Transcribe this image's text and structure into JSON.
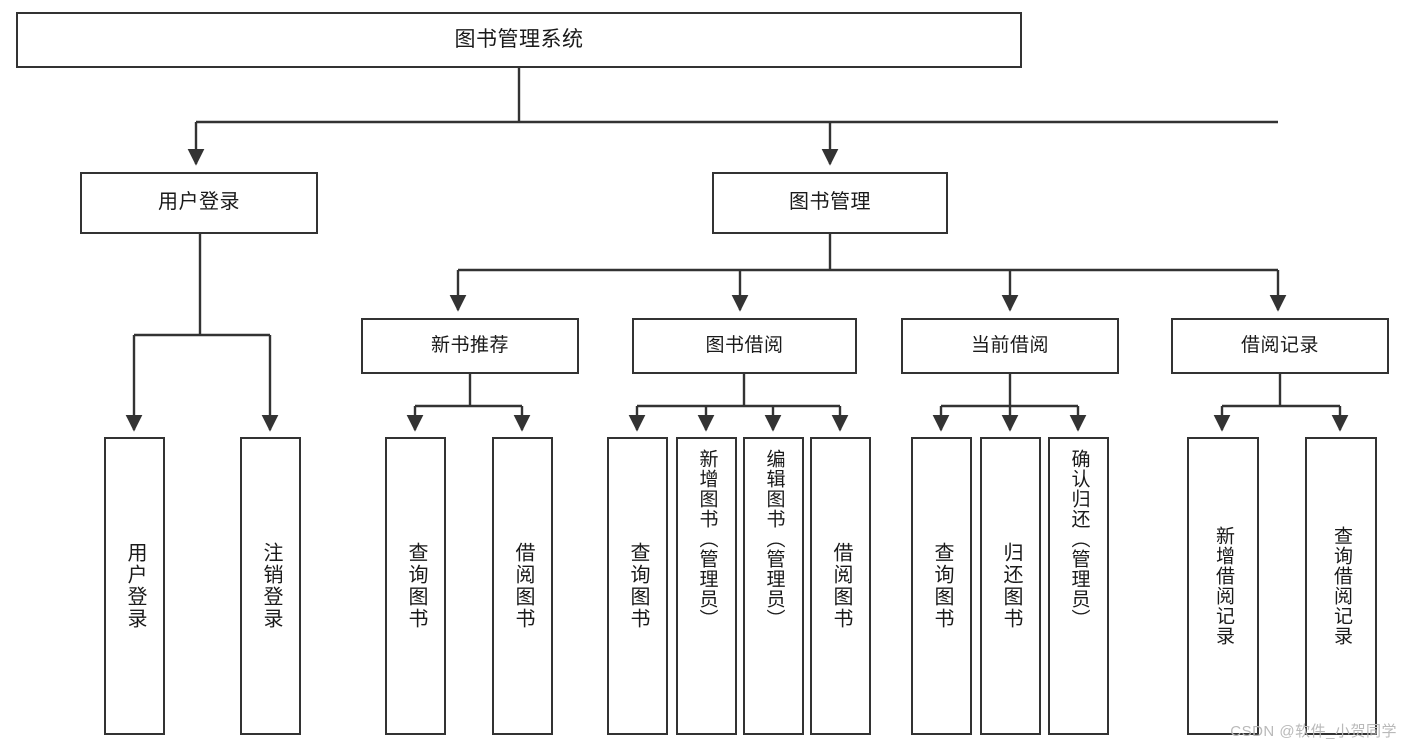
{
  "diagram": {
    "title": "图书管理系统",
    "type": "hierarchy-tree",
    "root": {
      "label": "图书管理系统"
    },
    "level1": [
      {
        "label": "用户登录"
      },
      {
        "label": "图书管理"
      }
    ],
    "level2": [
      {
        "label": "新书推荐"
      },
      {
        "label": "图书借阅"
      },
      {
        "label": "当前借阅"
      },
      {
        "label": "借阅记录"
      }
    ],
    "leaves": {
      "user_login": [
        {
          "label": "用户登录"
        },
        {
          "label": "注销登录"
        }
      ],
      "new_book_recommend": [
        {
          "label": "查询图书"
        },
        {
          "label": "借阅图书"
        }
      ],
      "book_borrow": [
        {
          "label": "查询图书"
        },
        {
          "label": "新增图书（管理员）"
        },
        {
          "label": "编辑图书（管理员）"
        },
        {
          "label": "借阅图书"
        }
      ],
      "current_borrow": [
        {
          "label": "查询图书"
        },
        {
          "label": "归还图书"
        },
        {
          "label": "确认归还（管理员）"
        }
      ],
      "borrow_record": [
        {
          "label": "新增借阅记录"
        },
        {
          "label": "查询借阅记录"
        }
      ]
    }
  },
  "watermark": {
    "text": "CSDN @软件_小贺同学"
  },
  "colors": {
    "border": "#333333",
    "background": "#ffffff",
    "text": "#1a1a1a",
    "watermark": "#b9b9b9"
  }
}
